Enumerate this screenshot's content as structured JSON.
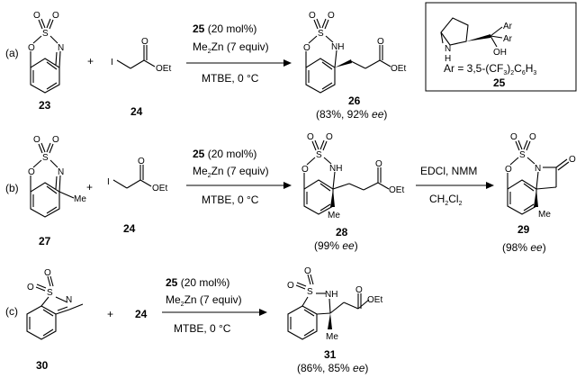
{
  "atoms": {
    "S": "S",
    "O": "O",
    "N": "N",
    "NH": "NH",
    "H": "H",
    "I": "I",
    "OEt": "OEt",
    "OH": "OH",
    "Ar": "Ar",
    "Me": "Me",
    "Me2Zn_pre": "Me",
    "Me2Zn_sub": "2",
    "Me2Zn_post": "Zn"
  },
  "box": {
    "formula": "Ar = 3,5-(CF",
    "formula_sub3": "3",
    "formula_mid": ")",
    "formula_sub2": "2",
    "formula_end": "C",
    "formula_sub6": "6",
    "formula_h": "H",
    "formula_sub3b": "3",
    "label": "25"
  },
  "rows": {
    "a": {
      "label": "(a)",
      "substrate": "23",
      "reagent": "24",
      "product": "26",
      "cat_num": "25",
      "cat_text": " (20 mol%)",
      "equiv": " (7 equiv)",
      "solvent": "MTBE, 0 °C",
      "result_pre": "(83%, 92% ",
      "ee": "ee",
      "result_post": ")"
    },
    "b": {
      "label": "(b)",
      "substrate": "27",
      "reagent": "24",
      "product": "28",
      "product2": "29",
      "cat_num": "25",
      "cat_text": " (20 mol%)",
      "equiv": " (7 equiv)",
      "solvent": "MTBE, 0 °C",
      "step2_top": "EDCl, NMM",
      "step2_bot_pre": "CH",
      "step2_bot_sub": "2",
      "step2_bot_mid": "Cl",
      "step2_bot_sub2": "2",
      "result_pre": "(99% ",
      "ee": "ee",
      "result_post": ")",
      "result2_pre": "(98% ",
      "result2_post": ")"
    },
    "c": {
      "label": "(c)",
      "substrate": "30",
      "reagent": "24",
      "product": "31",
      "cat_num": "25",
      "cat_text": " (20 mol%)",
      "equiv": " (7 equiv)",
      "solvent": "MTBE, 0 °C",
      "result_pre": "(86%, 85% ",
      "ee": "ee",
      "result_post": ")"
    }
  },
  "plus": "+"
}
